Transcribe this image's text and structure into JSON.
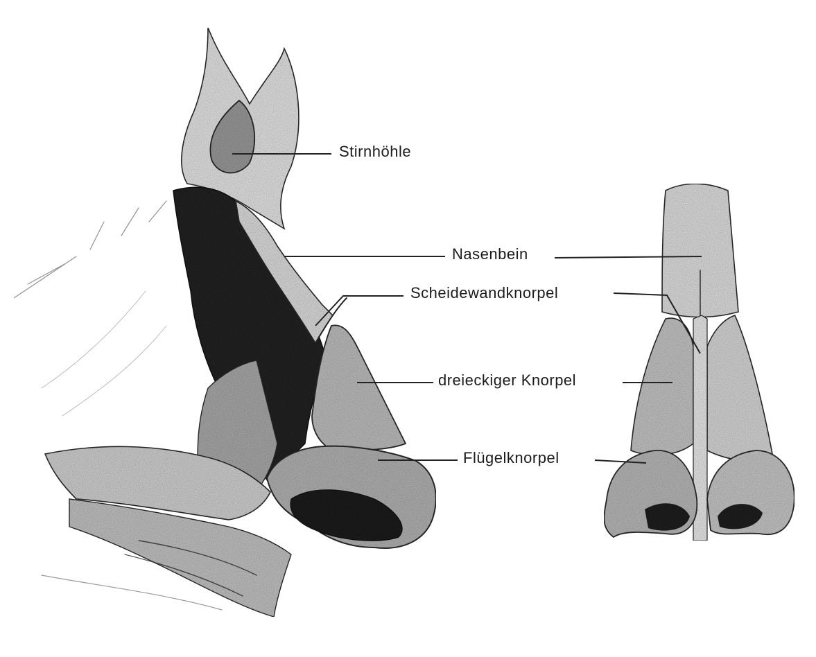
{
  "labels": {
    "stirnhoehle": "Stirnhöhle",
    "nasenbein": "Nasenbein",
    "scheidewandknorpel": "Scheidewandknorpel",
    "dreieckiger_knorpel": "dreieckiger Knorpel",
    "fluegelknorpel": "Flügelknorpel"
  },
  "colors": {
    "ink": "#2a2a2a",
    "shade_dark": "#1e1e1e",
    "shade_mid": "#8a8a8a",
    "shade_light": "#c8c8c8",
    "paper": "#ffffff"
  }
}
